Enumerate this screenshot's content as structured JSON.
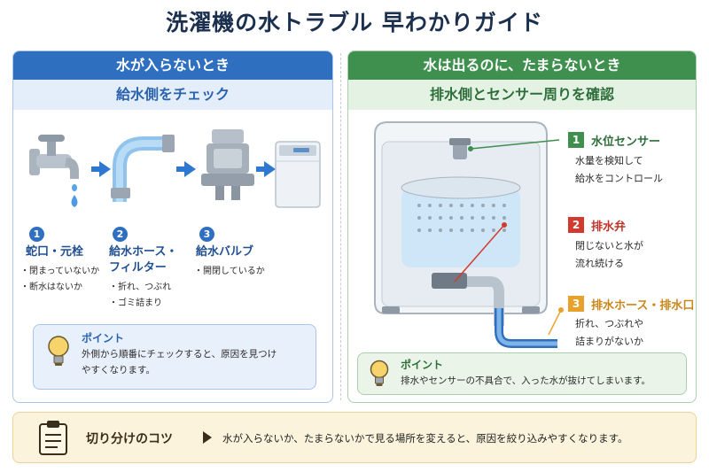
{
  "title": "洗濯機の水トラブル 早わかりガイド",
  "left": {
    "header": "水が入らないとき",
    "subheader": "給水側をチェック",
    "steps": [
      {
        "num": "1",
        "title_lines": [
          "蛇口・元栓"
        ],
        "bullets": [
          "・閉まっていないか",
          "・断水はないか"
        ]
      },
      {
        "num": "2",
        "title_lines": [
          "給水ホース・",
          "フィルター"
        ],
        "bullets": [
          "・折れ、つぶれ",
          "・ゴミ詰まり"
        ]
      },
      {
        "num": "3",
        "title_lines": [
          "給水バルブ"
        ],
        "bullets": [
          "・開閉しているか"
        ]
      }
    ],
    "point": {
      "title": "ポイント",
      "text_lines": [
        "外側から順番にチェックすると、原因を見つけ",
        "やすくなります。"
      ]
    }
  },
  "right": {
    "header": "水は出るのに、たまらないとき",
    "subheader": "排水側とセンサー周りを確認",
    "items": [
      {
        "num": "1",
        "title": "水位センサー",
        "lines": [
          "水量を検知して",
          "給水をコントロール"
        ],
        "color": "#3f8f4f"
      },
      {
        "num": "2",
        "title": "排水弁",
        "lines": [
          "閉じないと水が",
          "流れ続ける"
        ],
        "color": "#d33a2f"
      },
      {
        "num": "3",
        "title": "排水ホース・排水口",
        "lines": [
          "折れ、つぶれや",
          "詰まりがないか"
        ],
        "color": "#e8a22b"
      }
    ],
    "point": {
      "title": "ポイント",
      "text": "排水やセンサーの不具合で、入った水が抜けてしまいます。"
    }
  },
  "tip": {
    "label": "切り分けのコツ",
    "text": "水が入らないか、たまらないかで見る場所を変えると、原因を絞り込みやすくなります。"
  },
  "colors": {
    "blue_accent": "#2f6fbf",
    "green_accent": "#3f8f4f",
    "red_accent": "#d33a2f",
    "orange_accent": "#e8a22b"
  }
}
